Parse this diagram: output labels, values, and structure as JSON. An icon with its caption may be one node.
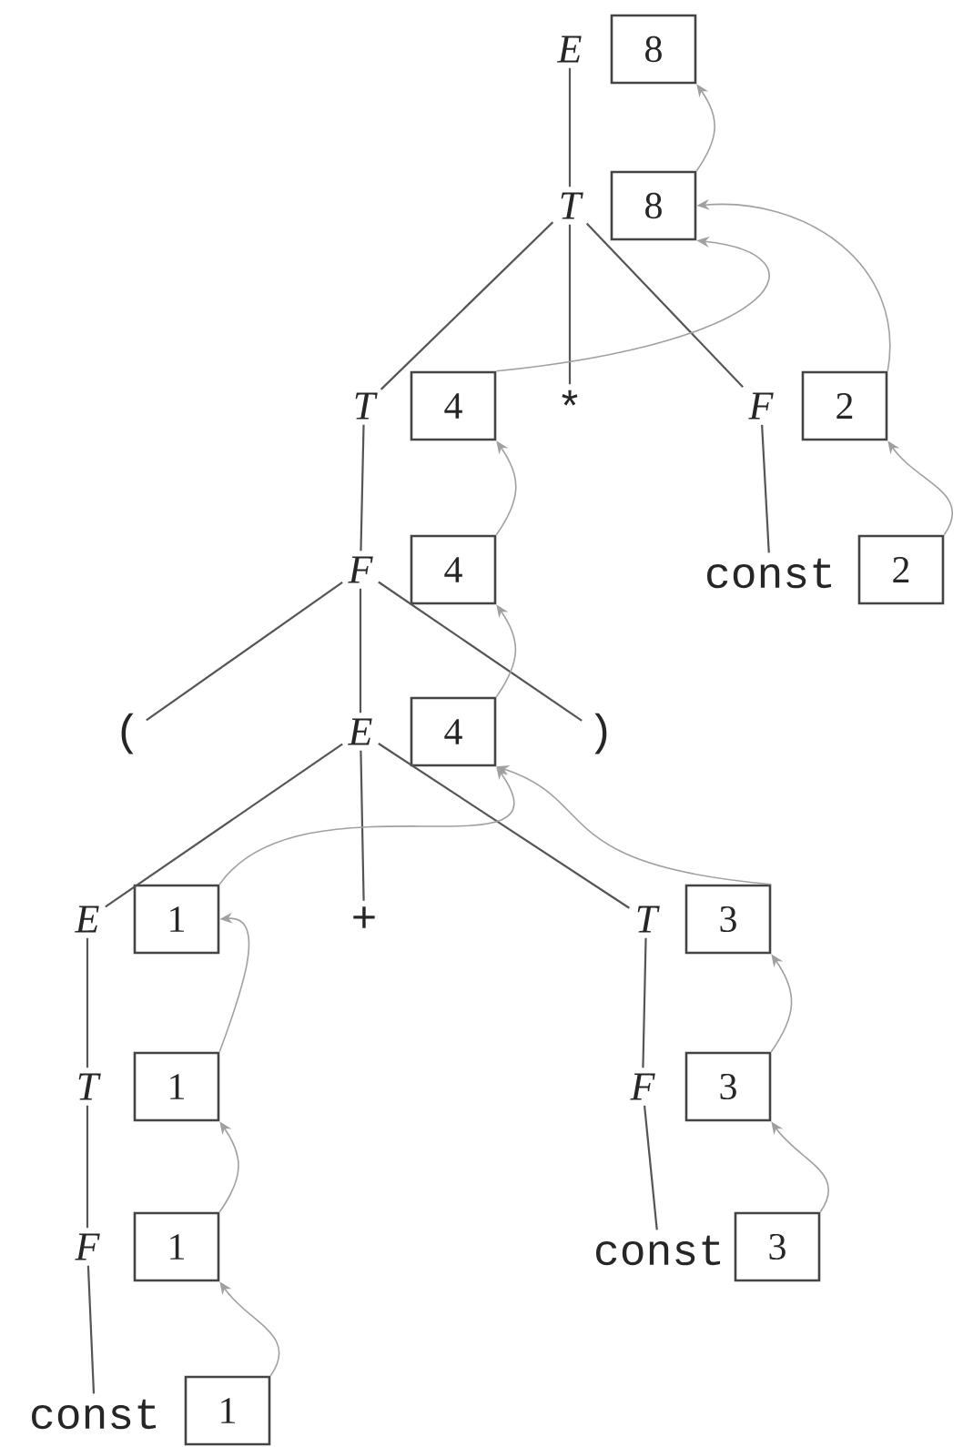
{
  "diagram": {
    "nodes": [
      {
        "text": [
          "E"
        ]
      },
      {
        "text": [
          "8"
        ]
      },
      {
        "text": [
          "T"
        ]
      },
      {
        "text": [
          "8"
        ]
      },
      {
        "text": [
          "T"
        ]
      },
      {
        "text": [
          "4"
        ]
      },
      {
        "text": [
          "*"
        ]
      },
      {
        "text": [
          "F"
        ]
      },
      {
        "text": [
          "2"
        ]
      },
      {
        "text": [
          "F"
        ]
      },
      {
        "text": [
          "4"
        ]
      },
      {
        "text": [
          "const"
        ]
      },
      {
        "text": [
          "2"
        ]
      },
      {
        "text": [
          "("
        ]
      },
      {
        "text": [
          "E"
        ]
      },
      {
        "text": [
          "4"
        ]
      },
      {
        "text": [
          ")"
        ]
      },
      {
        "text": [
          "E"
        ]
      },
      {
        "text": [
          "1"
        ]
      },
      {
        "text": [
          "+"
        ]
      },
      {
        "text": [
          "T"
        ]
      },
      {
        "text": [
          "3"
        ]
      },
      {
        "text": [
          "T"
        ]
      },
      {
        "text": [
          "1"
        ]
      },
      {
        "text": [
          "F"
        ]
      },
      {
        "text": [
          "3"
        ]
      },
      {
        "text": [
          "F"
        ]
      },
      {
        "text": [
          "1"
        ]
      },
      {
        "text": [
          "const"
        ]
      },
      {
        "text": [
          "3"
        ]
      },
      {
        "text": [
          "const"
        ]
      },
      {
        "text": [
          "1"
        ]
      }
    ],
    "edges": [
      {
        "from": 0,
        "to": 2,
        "arrow": "none"
      },
      {
        "from": 2,
        "to": 4,
        "arrow": "none"
      },
      {
        "from": 2,
        "to": 6,
        "arrow": "none"
      },
      {
        "from": 2,
        "to": 7,
        "arrow": "none"
      },
      {
        "from": 4,
        "to": 9,
        "arrow": "none"
      },
      {
        "from": 7,
        "to": 11,
        "arrow": "none"
      },
      {
        "from": 9,
        "to": 13,
        "arrow": "none"
      },
      {
        "from": 9,
        "to": 14,
        "arrow": "none"
      },
      {
        "from": 9,
        "to": 16,
        "arrow": "none"
      },
      {
        "from": 14,
        "to": 17,
        "arrow": "none"
      },
      {
        "from": 14,
        "to": 19,
        "arrow": "none"
      },
      {
        "from": 14,
        "to": 20,
        "arrow": "none"
      },
      {
        "from": 17,
        "to": 22,
        "arrow": "none"
      },
      {
        "from": 20,
        "to": 24,
        "arrow": "none"
      },
      {
        "from": 22,
        "to": 26,
        "arrow": "none"
      },
      {
        "from": 24,
        "to": 28,
        "arrow": "none"
      },
      {
        "from": 26,
        "to": 30,
        "arrow": "none"
      },
      {
        "from": 3,
        "to": 1,
        "arrow": "to",
        "color": "#a0a0a0"
      },
      {
        "from": 5,
        "to": 3,
        "arrow": "to",
        "color": "#a0a0a0"
      },
      {
        "from": 8,
        "to": 3,
        "arrow": "to",
        "color": "#a0a0a0"
      },
      {
        "from": 10,
        "to": 5,
        "arrow": "to",
        "color": "#a0a0a0"
      },
      {
        "from": 12,
        "to": 8,
        "arrow": "to",
        "color": "#a0a0a0"
      },
      {
        "from": 15,
        "to": 10,
        "arrow": "to",
        "color": "#a0a0a0"
      },
      {
        "from": 18,
        "to": 15,
        "arrow": "to",
        "color": "#a0a0a0"
      },
      {
        "from": 21,
        "to": 15,
        "arrow": "to",
        "color": "#a0a0a0"
      },
      {
        "from": 23,
        "to": 18,
        "arrow": "to",
        "color": "#a0a0a0"
      },
      {
        "from": 25,
        "to": 21,
        "arrow": "to",
        "color": "#a0a0a0"
      },
      {
        "from": 27,
        "to": 23,
        "arrow": "to",
        "color": "#a0a0a0"
      },
      {
        "from": 29,
        "to": 25,
        "arrow": "to",
        "color": "#a0a0a0"
      },
      {
        "from": 31,
        "to": 27,
        "arrow": "to",
        "color": "#a0a0a0"
      }
    ]
  }
}
